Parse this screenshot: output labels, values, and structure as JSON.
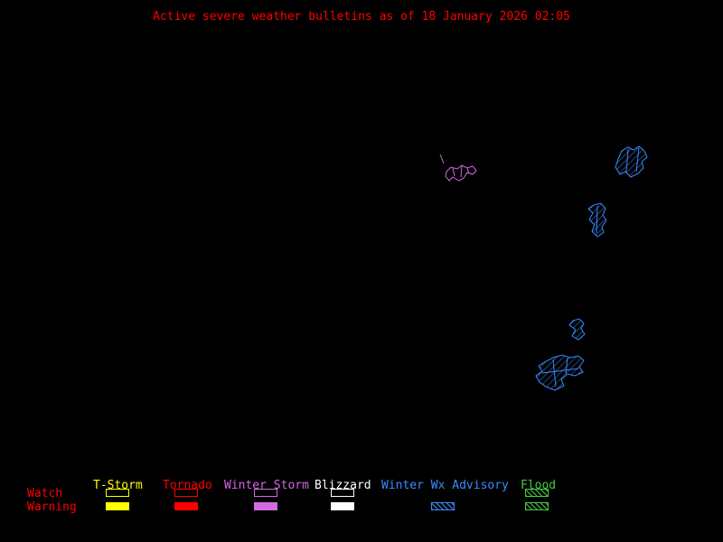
{
  "title": "Active severe weather bulletins as of 18 January 2026 02:05",
  "colors": {
    "background": "#000000",
    "title": "#ff0000",
    "watch_warning_label": "#ff0000",
    "tstorm": "#ffff00",
    "tornado": "#ff0000",
    "winter_storm": "#d26ae0",
    "blizzard": "#ffffff",
    "winter_wx_advisory": "#3a8cff",
    "flood": "#44cc44"
  },
  "legend": {
    "watch_label": "Watch",
    "warning_label": "Warning",
    "categories": [
      {
        "label": "T-Storm",
        "color_key": "tstorm",
        "watch_style": "outline",
        "warning_style": "filled"
      },
      {
        "label": "Tornado",
        "color_key": "tornado",
        "watch_style": "outline",
        "warning_style": "filled"
      },
      {
        "label": "Winter Storm",
        "color_key": "winter_storm",
        "watch_style": "outline",
        "warning_style": "filled"
      },
      {
        "label": "Blizzard",
        "color_key": "blizzard",
        "watch_style": "outline",
        "warning_style": "filled"
      },
      {
        "label": "Winter Wx Advisory",
        "color_key": "winter_wx_advisory",
        "watch_style": "none",
        "warning_style": "hatched"
      },
      {
        "label": "Flood",
        "color_key": "flood",
        "watch_style": "hatched",
        "warning_style": "hatched"
      }
    ]
  },
  "map_regions": [
    {
      "name": "winter-storm-watch-region-slash",
      "color_key": "winter_storm",
      "fill": "none",
      "paths": [
        "M487 171 L491 181"
      ]
    },
    {
      "name": "winter-storm-watch-region-cluster",
      "color_key": "winter_storm",
      "fill": "none",
      "paths": [
        "M494 190 L499 185 L506 187 L511 183 L517 186 L523 184 L527 189 L523 193 L517 191 L513 197 L508 200 L501 196 L497 200 L493 195 Z",
        "M501 186 L503 195",
        "M511 184 L510 196",
        "M517 186 L519 192"
      ]
    },
    {
      "name": "winter-wx-advisory-region-northeast",
      "color_key": "winter_wx_advisory",
      "fill": "hatch",
      "paths": [
        "M684 176 L688 167 L695 163 L701 166 L707 162 L713 167 L716 174 L710 179 L712 186 L706 192 L698 196 L692 190 L686 193 L681 185 Z",
        "M695 165 L693 190",
        "M707 164 L704 190"
      ]
    },
    {
      "name": "winter-wx-advisory-region-mid",
      "color_key": "winter_wx_advisory",
      "fill": "hatch",
      "paths": [
        "M657 227 L665 225 L670 231 L667 238 L671 244 L666 251 L668 257 L661 262 L655 256 L658 249 L652 243 L656 236 L651 231 Z",
        "M661 228 L660 258"
      ]
    },
    {
      "name": "winter-wx-advisory-region-small",
      "color_key": "winter_wx_advisory",
      "fill": "hatch",
      "paths": [
        "M634 355 L641 353 L646 358 L643 364 L647 370 L640 376 L633 372 L637 365 L630 360 Z"
      ]
    },
    {
      "name": "winter-wx-advisory-region-south",
      "color_key": "winter_wx_advisory",
      "fill": "hatch",
      "paths": [
        "M612 396 L622 393 L631 396 L640 394 L646 399 L641 406 L645 412 L636 416 L628 414 L621 420 L624 427 L614 432 L604 428 L597 423 L593 416 L600 411 L596 405 L604 400 Z",
        "M612 398 L615 428",
        "M628 396 L626 414",
        "M600 413 L640 408"
      ]
    }
  ]
}
